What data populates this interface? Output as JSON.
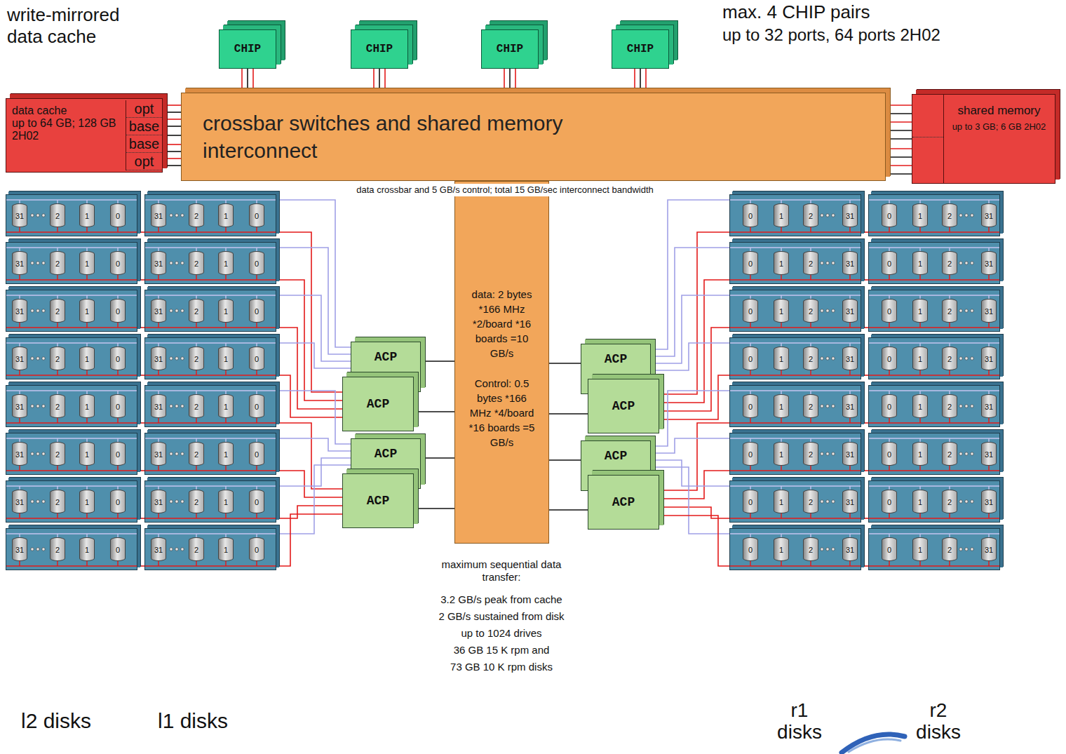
{
  "diagram": {
    "nodes": [
      {
        "text": [
          "CHIP"
        ]
      },
      {
        "text": [
          "CHIP"
        ]
      },
      {
        "text": [
          "CHIP"
        ]
      },
      {
        "text": [
          "CHIP"
        ]
      },
      {
        "text": [
          "data cache",
          "up to 64 GB; 128 GB 2H02"
        ]
      },
      {
        "text": [
          "crossbar switches and shared memory interconnect"
        ]
      },
      {
        "text": [
          "opt"
        ],
        "in": 4
      },
      {
        "text": [
          "base"
        ],
        "in": 4
      },
      {
        "text": [
          "base"
        ],
        "in": 4
      },
      {
        "text": [
          "opt"
        ],
        "in": 4
      },
      {
        "text": [
          "shared memory",
          "up to 3 GB; 6 GB 2H02"
        ]
      },
      {
        "text": [
          "data: 2 bytes *166 MHz *2/board *16 boards =10 GB/s",
          "Control: 0.5 bytes *166 MHz *4/board *16 boards =5 GB/s"
        ]
      },
      {
        "text": [
          "31",
          "2",
          "1",
          "0"
        ]
      },
      {
        "text": [
          "31",
          "2",
          "1",
          "0"
        ]
      },
      {
        "text": [
          "31",
          "2",
          "1",
          "0"
        ]
      },
      {
        "text": [
          "31",
          "2",
          "1",
          "0"
        ]
      },
      {
        "text": [
          "31",
          "2",
          "1",
          "0"
        ]
      },
      {
        "text": [
          "31",
          "2",
          "1",
          "0"
        ]
      },
      {
        "text": [
          "31",
          "2",
          "1",
          "0"
        ]
      },
      {
        "text": [
          "31",
          "2",
          "1",
          "0"
        ]
      },
      {
        "text": [
          "31",
          "2",
          "1",
          "0"
        ]
      },
      {
        "text": [
          "31",
          "2",
          "1",
          "0"
        ]
      },
      {
        "text": [
          "31",
          "2",
          "1",
          "0"
        ]
      },
      {
        "text": [
          "31",
          "2",
          "1",
          "0"
        ]
      },
      {
        "text": [
          "31",
          "2",
          "1",
          "0"
        ]
      },
      {
        "text": [
          "31",
          "2",
          "1",
          "0"
        ]
      },
      {
        "text": [
          "31",
          "2",
          "1",
          "0"
        ]
      },
      {
        "text": [
          "31",
          "2",
          "1",
          "0"
        ]
      },
      {
        "text": [
          "0",
          "1",
          "2",
          "31"
        ]
      },
      {
        "text": [
          "0",
          "1",
          "2",
          "31"
        ]
      },
      {
        "text": [
          "0",
          "1",
          "2",
          "31"
        ]
      },
      {
        "text": [
          "0",
          "1",
          "2",
          "31"
        ]
      },
      {
        "text": [
          "0",
          "1",
          "2",
          "31"
        ]
      },
      {
        "text": [
          "0",
          "1",
          "2",
          "31"
        ]
      },
      {
        "text": [
          "0",
          "1",
          "2",
          "31"
        ]
      },
      {
        "text": [
          "0",
          "1",
          "2",
          "31"
        ]
      },
      {
        "text": [
          "0",
          "1",
          "2",
          "31"
        ]
      },
      {
        "text": [
          "0",
          "1",
          "2",
          "31"
        ]
      },
      {
        "text": [
          "0",
          "1",
          "2",
          "31"
        ]
      },
      {
        "text": [
          "0",
          "1",
          "2",
          "31"
        ]
      },
      {
        "text": [
          "0",
          "1",
          "2",
          "31"
        ]
      },
      {
        "text": [
          "0",
          "1",
          "2",
          "31"
        ]
      },
      {
        "text": [
          "0",
          "1",
          "2",
          "31"
        ]
      },
      {
        "text": [
          "0",
          "1",
          "2",
          "31"
        ]
      },
      {
        "text": [
          "ACP"
        ]
      },
      {
        "text": [
          "ACP"
        ]
      },
      {
        "text": [
          "ACP"
        ]
      },
      {
        "text": [
          "ACP"
        ]
      },
      {
        "text": [
          "ACP"
        ]
      },
      {
        "text": [
          "ACP"
        ]
      },
      {
        "text": [
          "ACP"
        ]
      },
      {
        "text": [
          "ACP"
        ]
      }
    ],
    "edges": [
      {
        "from": 0,
        "to": 5,
        "arrow": "none"
      },
      {
        "from": 1,
        "to": 5,
        "arrow": "none"
      },
      {
        "from": 2,
        "to": 5,
        "arrow": "none"
      },
      {
        "from": 3,
        "to": 5,
        "arrow": "none"
      },
      {
        "from": 4,
        "to": 5,
        "arrow": "none"
      },
      {
        "from": 5,
        "to": 10,
        "arrow": "none"
      },
      {
        "from": 44,
        "to": 11,
        "arrow": "none"
      },
      {
        "from": 45,
        "to": 11,
        "arrow": "none"
      },
      {
        "from": 46,
        "to": 11,
        "arrow": "none"
      },
      {
        "from": 47,
        "to": 11,
        "arrow": "none"
      },
      {
        "from": 48,
        "to": 11,
        "arrow": "none"
      },
      {
        "from": 49,
        "to": 11,
        "arrow": "none"
      },
      {
        "from": 50,
        "to": 11,
        "arrow": "none"
      },
      {
        "from": 51,
        "to": 11,
        "arrow": "none"
      },
      {
        "from": 44,
        "to": 13,
        "arrow": "none"
      },
      {
        "from": 45,
        "to": 13,
        "arrow": "none"
      },
      {
        "from": 13,
        "to": 12,
        "arrow": "none"
      },
      {
        "from": 44,
        "to": 15,
        "arrow": "none"
      },
      {
        "from": 45,
        "to": 15,
        "arrow": "none"
      },
      {
        "from": 15,
        "to": 14,
        "arrow": "none"
      },
      {
        "from": 44,
        "to": 17,
        "arrow": "none"
      },
      {
        "from": 45,
        "to": 17,
        "arrow": "none"
      },
      {
        "from": 17,
        "to": 16,
        "arrow": "none"
      },
      {
        "from": 44,
        "to": 19,
        "arrow": "none"
      },
      {
        "from": 45,
        "to": 19,
        "arrow": "none"
      },
      {
        "from": 19,
        "to": 18,
        "arrow": "none"
      },
      {
        "from": 46,
        "to": 21,
        "arrow": "none"
      },
      {
        "from": 47,
        "to": 21,
        "arrow": "none"
      },
      {
        "from": 21,
        "to": 20,
        "arrow": "none"
      },
      {
        "from": 46,
        "to": 23,
        "arrow": "none"
      },
      {
        "from": 47,
        "to": 23,
        "arrow": "none"
      },
      {
        "from": 23,
        "to": 22,
        "arrow": "none"
      },
      {
        "from": 46,
        "to": 25,
        "arrow": "none"
      },
      {
        "from": 47,
        "to": 25,
        "arrow": "none"
      },
      {
        "from": 25,
        "to": 24,
        "arrow": "none"
      },
      {
        "from": 46,
        "to": 27,
        "arrow": "none"
      },
      {
        "from": 47,
        "to": 27,
        "arrow": "none"
      },
      {
        "from": 27,
        "to": 26,
        "arrow": "none"
      },
      {
        "from": 48,
        "to": 28,
        "arrow": "none"
      },
      {
        "from": 49,
        "to": 28,
        "arrow": "none"
      },
      {
        "from": 28,
        "to": 29,
        "arrow": "none"
      },
      {
        "from": 48,
        "to": 30,
        "arrow": "none"
      },
      {
        "from": 49,
        "to": 30,
        "arrow": "none"
      },
      {
        "from": 30,
        "to": 31,
        "arrow": "none"
      },
      {
        "from": 48,
        "to": 32,
        "arrow": "none"
      },
      {
        "from": 49,
        "to": 32,
        "arrow": "none"
      },
      {
        "from": 32,
        "to": 33,
        "arrow": "none"
      },
      {
        "from": 48,
        "to": 34,
        "arrow": "none"
      },
      {
        "from": 49,
        "to": 34,
        "arrow": "none"
      },
      {
        "from": 34,
        "to": 35,
        "arrow": "none"
      },
      {
        "from": 50,
        "to": 36,
        "arrow": "none"
      },
      {
        "from": 51,
        "to": 36,
        "arrow": "none"
      },
      {
        "from": 36,
        "to": 37,
        "arrow": "none"
      },
      {
        "from": 50,
        "to": 38,
        "arrow": "none"
      },
      {
        "from": 51,
        "to": 38,
        "arrow": "none"
      },
      {
        "from": 38,
        "to": 39,
        "arrow": "none"
      },
      {
        "from": 50,
        "to": 40,
        "arrow": "none"
      },
      {
        "from": 51,
        "to": 40,
        "arrow": "none"
      },
      {
        "from": 40,
        "to": 41,
        "arrow": "none"
      },
      {
        "from": 50,
        "to": 42,
        "arrow": "none"
      },
      {
        "from": 51,
        "to": 42,
        "arrow": "none"
      },
      {
        "from": 42,
        "to": 43,
        "arrow": "none"
      }
    ],
    "labels": [
      "write-mirrored data cache",
      "max. 4 CHIP pairs",
      "up to 32 ports, 64 ports 2H02",
      "data crossbar and 5 GB/s control; total 15 GB/sec interconnect bandwidth",
      "maximum sequential data transfer:",
      "3.2 GB/s peak from cache",
      "2 GB/s sustained from disk",
      "up to 1024 drives",
      "36 GB 15 K rpm and",
      "73 GB 10 K rpm disks",
      "l2 disks",
      "l1 disks",
      "r1 disks",
      "r2 disks"
    ]
  }
}
